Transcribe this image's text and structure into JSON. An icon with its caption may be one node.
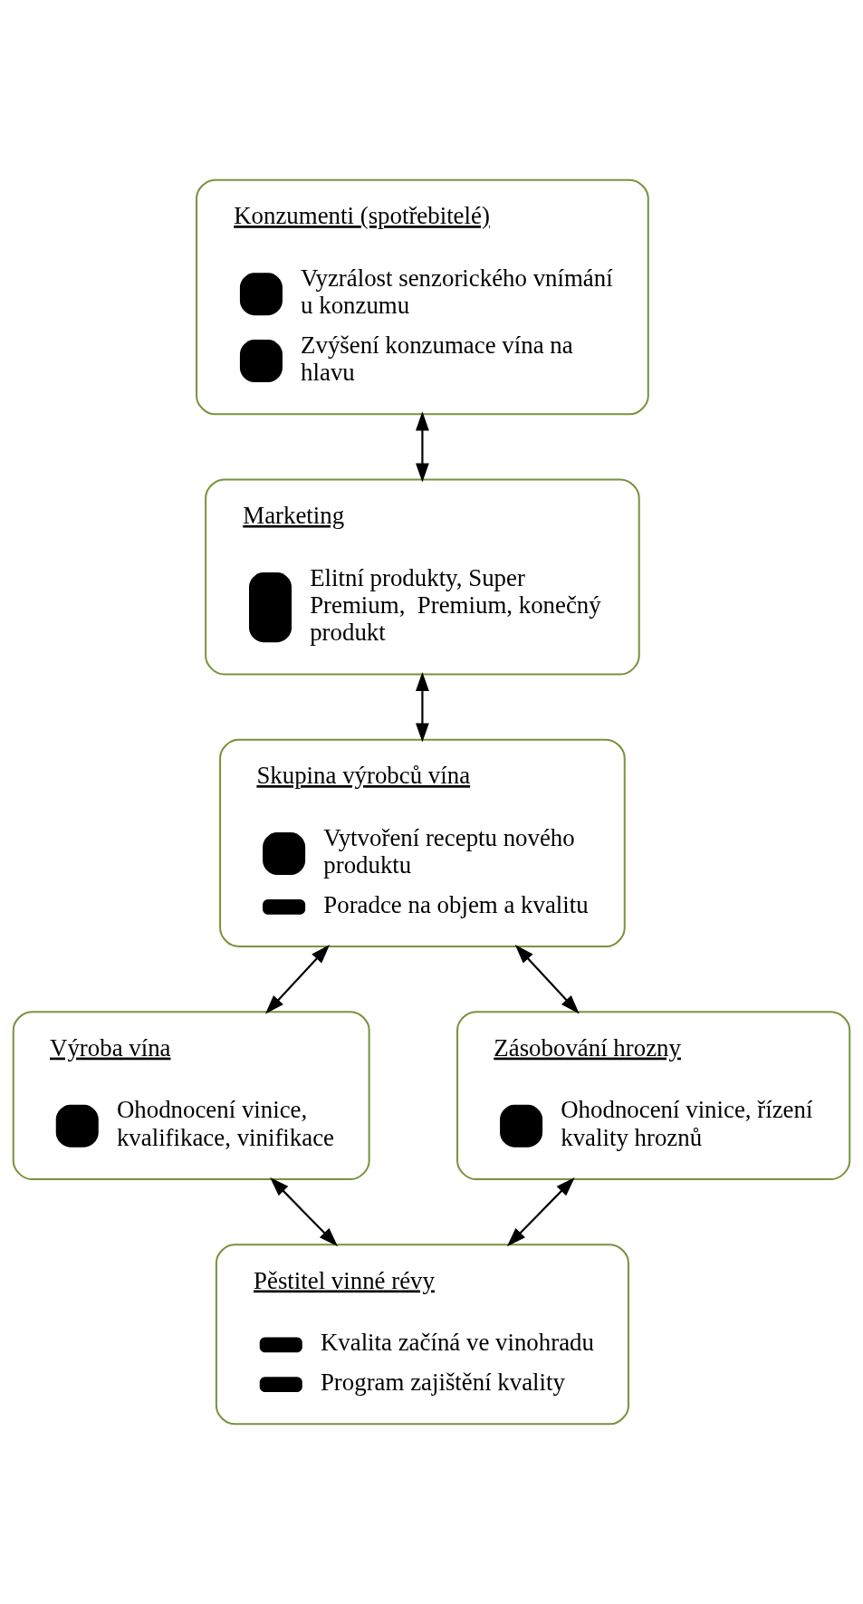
{
  "diagram": {
    "nodes": [
      {
        "text": [
          "Konzumenti (spotřebitelé)",
          "Vyzrálost senzorického vnímání u konzumu",
          "Zvýšení konzumace vína na hlavu"
        ]
      },
      {
        "text": [
          "Marketing",
          "Elitní produkty, Super Premium,  Premium, konečný produkt"
        ]
      },
      {
        "text": [
          "Skupina výrobců vína",
          "Vytvoření receptu nového produktu",
          "Poradce na objem a kvalitu"
        ]
      },
      {
        "text": [
          "Výroba vína",
          "Ohodnocení vinice, kvalifikace, vinifikace"
        ]
      },
      {
        "text": [
          "Zásobování hrozny",
          "Ohodnocení vinice, řízení kvality hroznů"
        ]
      },
      {
        "text": [
          "Pěstitel vinné révy",
          "Kvalita začíná ve vinohradu",
          "Program zajištění kvality"
        ]
      }
    ],
    "edges": [
      {
        "from": 0,
        "to": 1,
        "arrow": "both"
      },
      {
        "from": 1,
        "to": 2,
        "arrow": "both"
      },
      {
        "from": 2,
        "to": 3,
        "arrow": "both"
      },
      {
        "from": 2,
        "to": 4,
        "arrow": "both"
      },
      {
        "from": 3,
        "to": 5,
        "arrow": "both"
      },
      {
        "from": 4,
        "to": 5,
        "arrow": "both"
      }
    ]
  }
}
